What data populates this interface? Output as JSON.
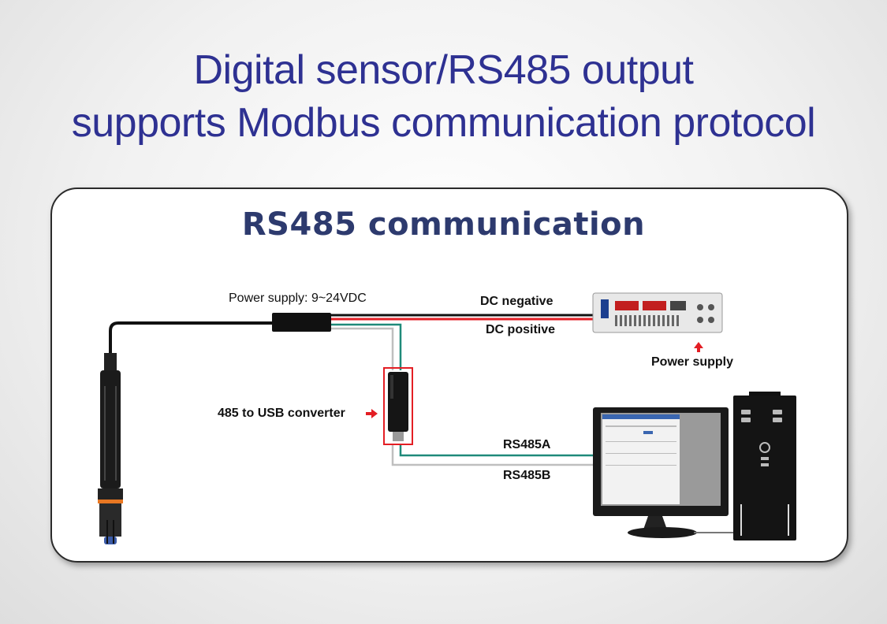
{
  "headline": {
    "line1": "Digital sensor/RS485 output",
    "line2": "supports Modbus communication protocol"
  },
  "diagram": {
    "title": "RS485 communication",
    "labels": {
      "power_supply_spec": "Power supply:   9~24VDC",
      "dc_negative": "DC negative",
      "dc_positive": "DC positive",
      "power_supply": "Power supply",
      "converter": "485 to USB converter",
      "rs485a": "RS485A",
      "rs485b": "RS485B"
    },
    "colors": {
      "headline": "#2e3192",
      "title": "#2d3a6e",
      "wire_negative": "#111111",
      "wire_positive": "#e31e24",
      "wire_a": "#1f8a7a",
      "wire_b": "#bfbfbf",
      "arrow": "#e31e24"
    }
  }
}
